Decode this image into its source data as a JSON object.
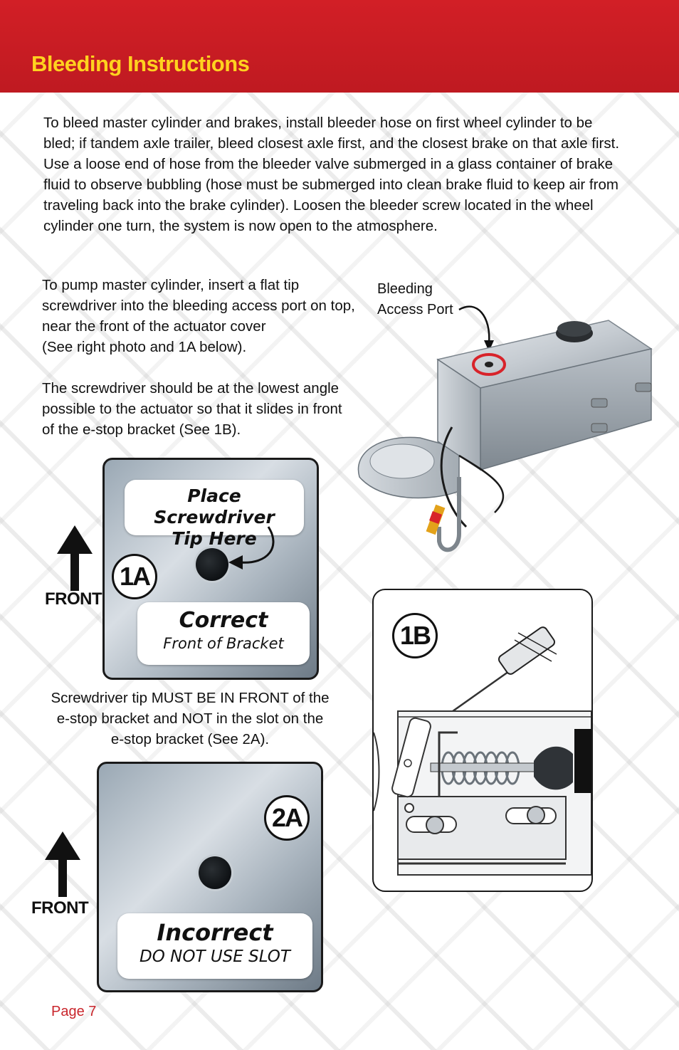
{
  "header": {
    "title": "Bleeding Instructions"
  },
  "intro": "To bleed master cylinder and brakes, install bleeder hose on first wheel cylinder to be bled; if tandem axle trailer, bleed closest axle first, and the closest brake on that axle first.  Use a loose end of hose from the bleeder valve submerged in a glass container of brake fluid to observe bubbling (hose must be submerged into clean brake fluid to keep air from traveling back into the brake cylinder). Loosen the bleeder screw located in the wheel cylinder one turn, the system is now open to the atmosphere.",
  "pump": "To pump master cylinder, insert a flat tip screwdriver into the bleeding access port on top, near the front of the actuator cover\n(See right photo and 1A below).\n\nThe screwdriver should be at the lowest angle possible to the actuator so that it slides in front of the e-stop bracket (See 1B).",
  "photo": {
    "label": "Bleeding\nAccess Port"
  },
  "panel_1a": {
    "badge": "1A",
    "callout_top_line1": "Place Screwdriver",
    "callout_top_line2": "Tip Here",
    "callout_bottom_title": "Correct",
    "callout_bottom_sub": "Front of Bracket",
    "front_label": "FRONT"
  },
  "warning": "Screwdriver tip MUST BE IN FRONT of the\ne-stop bracket and NOT in the slot on the\ne-stop bracket (See 2A).",
  "panel_2a": {
    "badge": "2A",
    "callout_title": "Incorrect",
    "callout_sub": "DO NOT USE SLOT",
    "front_label": "FRONT"
  },
  "panel_1b": {
    "badge": "1B"
  },
  "footer": {
    "page": "Page 7"
  },
  "colors": {
    "header_red": "#c81d24",
    "title_yellow": "#ffd21f",
    "page_red": "#c9262c",
    "marker_red": "#d8232a"
  }
}
